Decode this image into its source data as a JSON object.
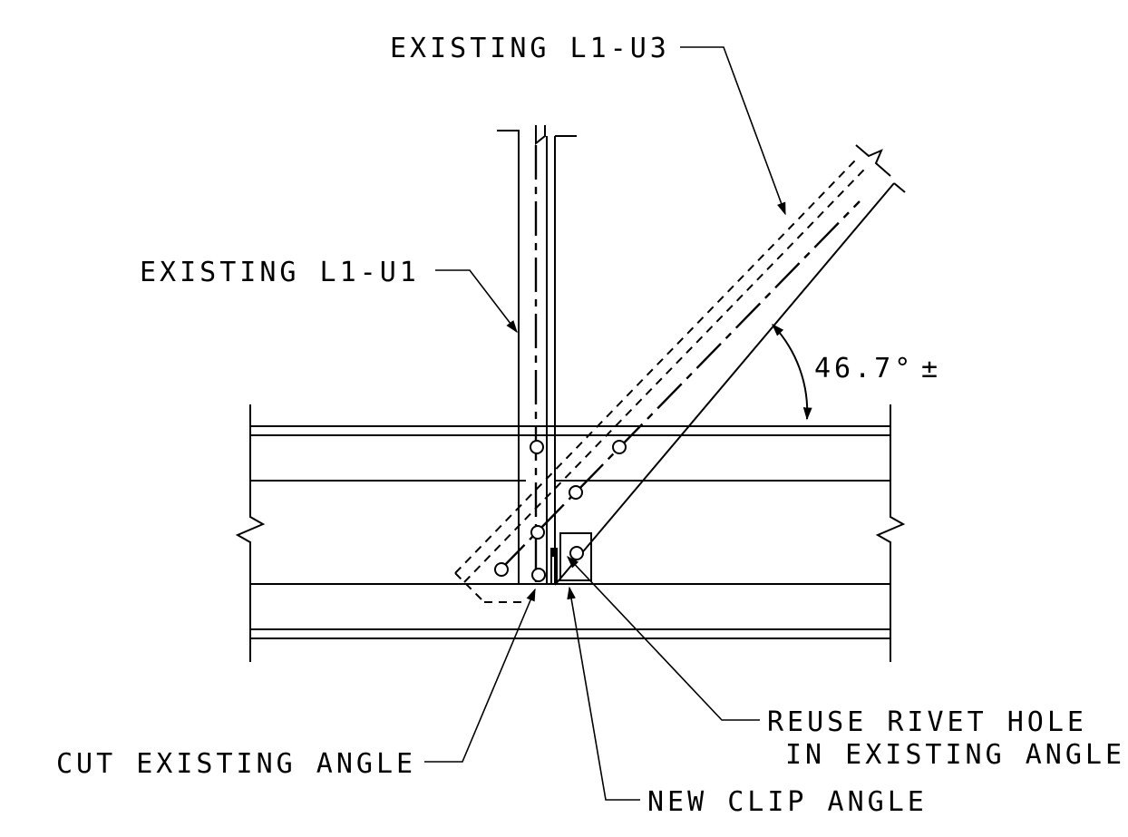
{
  "labels": {
    "member_u3": "EXISTING L1-U3",
    "member_u1": "EXISTING L1-U1",
    "angle": "46.7°",
    "tolerance": "±",
    "reuse_line1": "REUSE RIVET HOLE",
    "reuse_line2": "IN EXISTING ANGLE",
    "cut_angle": "CUT EXISTING ANGLE",
    "new_clip": "NEW CLIP ANGLE"
  }
}
